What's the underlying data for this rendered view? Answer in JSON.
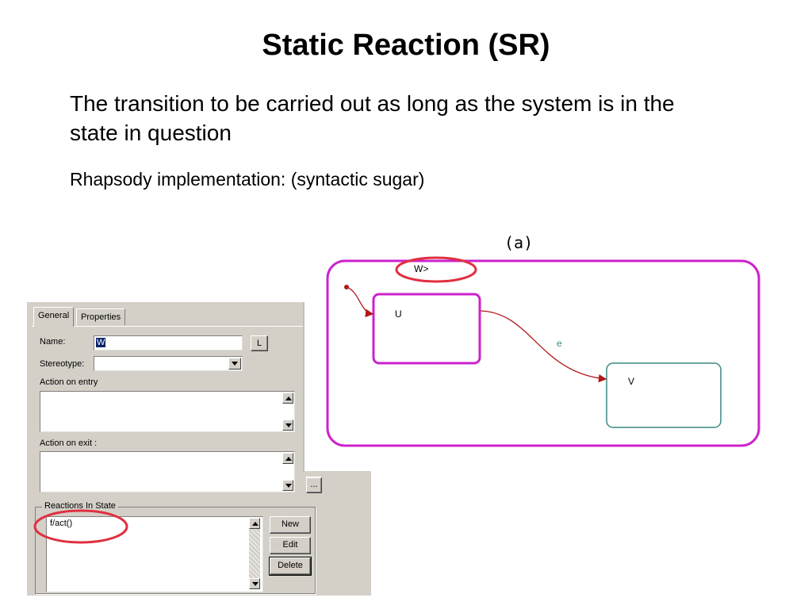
{
  "slide": {
    "title": "Static Reaction (SR)",
    "body": "The transition to be carried out as long as the system is in the state in question",
    "subtitle": "Rhapsody implementation: (syntactic sugar)"
  },
  "dialog": {
    "tabs": [
      {
        "label": "General",
        "active": true
      },
      {
        "label": "Properties",
        "active": false
      }
    ],
    "name_label": "Name:",
    "name_value": "W",
    "name_button": "L",
    "stereotype_label": "Stereotype:",
    "stereotype_value": "",
    "action_entry_label": "Action on entry",
    "action_entry_value": "",
    "action_exit_label": "Action on exit :",
    "action_exit_value": "",
    "ellipsis_button": "...",
    "reactions_group_label": "Reactions In State",
    "reactions": [
      "f/act()"
    ],
    "buttons": {
      "new": "New",
      "edit": "Edit",
      "delete": "Delete"
    }
  },
  "statechart": {
    "label": "(a)",
    "outer_state": "W>",
    "states": [
      {
        "name": "U",
        "color": "#cc22cc"
      },
      {
        "name": "V",
        "color": "#3a8a80"
      }
    ],
    "transition_event": "e",
    "outer_color": "#cc22cc",
    "transition_color": "#b01818",
    "highlight_color": "#e03040"
  }
}
